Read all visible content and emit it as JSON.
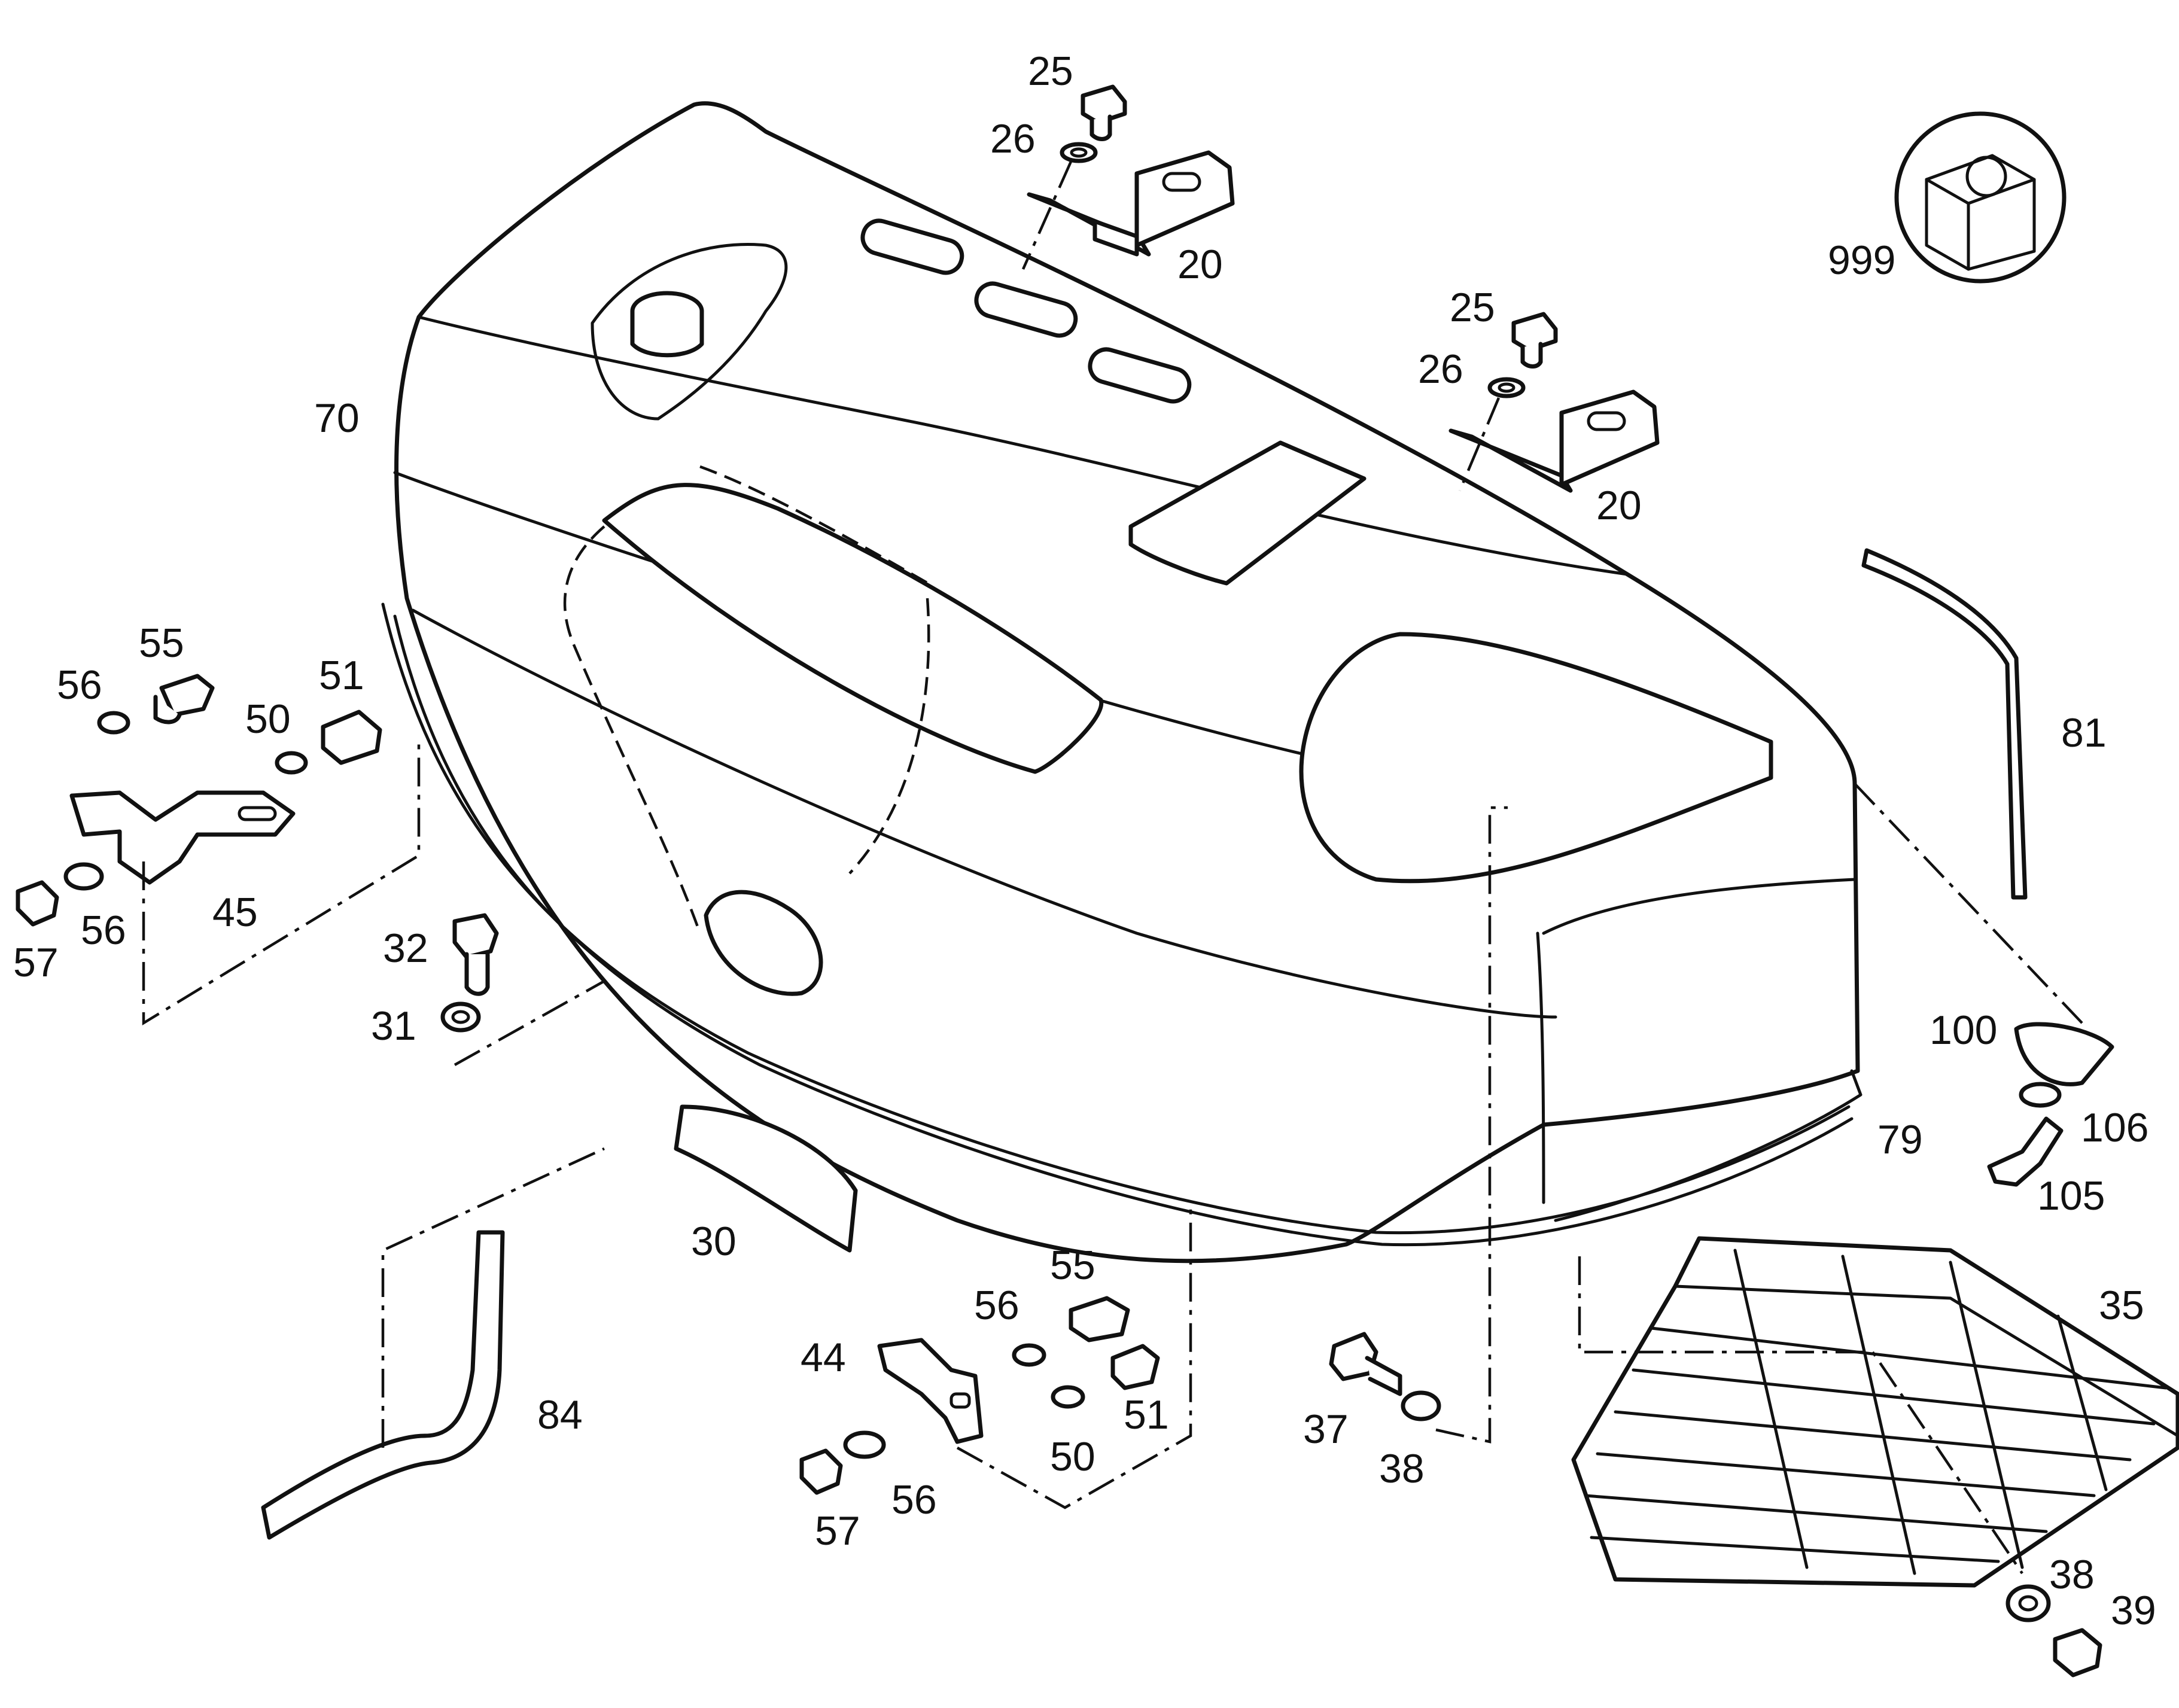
{
  "diagram": {
    "labels": [
      {
        "id": "lbl-25-a",
        "text": "25"
      },
      {
        "id": "lbl-26-a",
        "text": "26"
      },
      {
        "id": "lbl-20-a",
        "text": "20"
      },
      {
        "id": "lbl-25-b",
        "text": "25"
      },
      {
        "id": "lbl-26-b",
        "text": "26"
      },
      {
        "id": "lbl-20-b",
        "text": "20"
      },
      {
        "id": "lbl-999",
        "text": "999"
      },
      {
        "id": "lbl-70",
        "text": "70"
      },
      {
        "id": "lbl-81",
        "text": "81"
      },
      {
        "id": "lbl-55-a",
        "text": "55"
      },
      {
        "id": "lbl-56-a",
        "text": "56"
      },
      {
        "id": "lbl-51-a",
        "text": "51"
      },
      {
        "id": "lbl-50-a",
        "text": "50"
      },
      {
        "id": "lbl-56-b",
        "text": "56"
      },
      {
        "id": "lbl-45",
        "text": "45"
      },
      {
        "id": "lbl-57-a",
        "text": "57"
      },
      {
        "id": "lbl-32",
        "text": "32"
      },
      {
        "id": "lbl-31",
        "text": "31"
      },
      {
        "id": "lbl-100",
        "text": "100"
      },
      {
        "id": "lbl-106",
        "text": "106"
      },
      {
        "id": "lbl-105",
        "text": "105"
      },
      {
        "id": "lbl-79",
        "text": "79"
      },
      {
        "id": "lbl-30",
        "text": "30"
      },
      {
        "id": "lbl-35",
        "text": "35"
      },
      {
        "id": "lbl-55-b",
        "text": "55"
      },
      {
        "id": "lbl-56-c",
        "text": "56"
      },
      {
        "id": "lbl-44",
        "text": "44"
      },
      {
        "id": "lbl-51-b",
        "text": "51"
      },
      {
        "id": "lbl-50-b",
        "text": "50"
      },
      {
        "id": "lbl-57-b",
        "text": "57"
      },
      {
        "id": "lbl-56-d",
        "text": "56"
      },
      {
        "id": "lbl-84",
        "text": "84"
      },
      {
        "id": "lbl-37",
        "text": "37"
      },
      {
        "id": "lbl-38-a",
        "text": "38"
      },
      {
        "id": "lbl-38-b",
        "text": "38"
      },
      {
        "id": "lbl-39",
        "text": "39"
      }
    ]
  }
}
